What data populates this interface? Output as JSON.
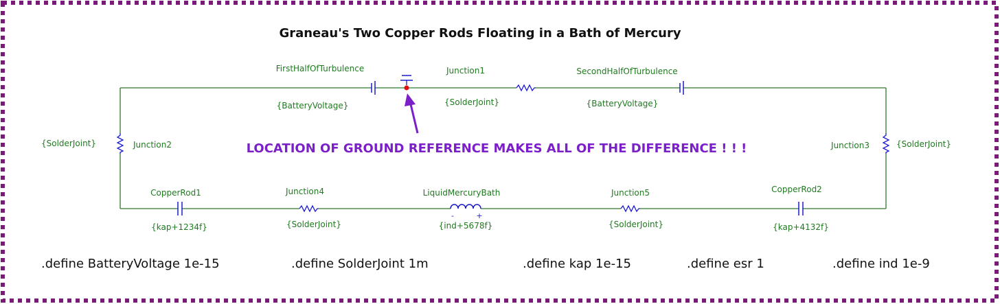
{
  "title": "Graneau's Two Copper Rods Floating in a Bath of Mercury",
  "note": "LOCATION OF GROUND REFERENCE MAKES ALL OF THE DIFFERENCE ! ! !",
  "colors": {
    "frame": "#7a1a7a",
    "wire": "#2a7a2a",
    "component": "#1a1acc",
    "label": "#1f7a1f",
    "note": "#7b1fc9",
    "ground_node": "#e01010"
  },
  "components": {
    "first_half": {
      "name": "FirstHalfOfTurbulence",
      "value": "{BatteryVoltage}"
    },
    "junction1": {
      "name": "Junction1",
      "value": "{SolderJoint}"
    },
    "second_half": {
      "name": "SecondHalfOfTurbulence",
      "value": "{BatteryVoltage}"
    },
    "junction2": {
      "name": "Junction2",
      "value": "{SolderJoint}"
    },
    "junction3": {
      "name": "Junction3",
      "value": "{SolderJoint}"
    },
    "copper_rod1": {
      "name": "CopperRod1",
      "value": "{kap+1234f}"
    },
    "junction4": {
      "name": "Junction4",
      "value": "{SolderJoint}"
    },
    "mercury_bath": {
      "name": "LiquidMercuryBath",
      "value": "{ind+5678f}",
      "minus": "-",
      "plus": "+"
    },
    "junction5": {
      "name": "Junction5",
      "value": "{SolderJoint}"
    },
    "copper_rod2": {
      "name": "CopperRod2",
      "value": "{kap+4132f}"
    }
  },
  "defines": [
    ".define BatteryVoltage 1e-15",
    ".define SolderJoint 1m",
    ".define kap 1e-15",
    ".define esr 1",
    ".define ind 1e-9"
  ]
}
